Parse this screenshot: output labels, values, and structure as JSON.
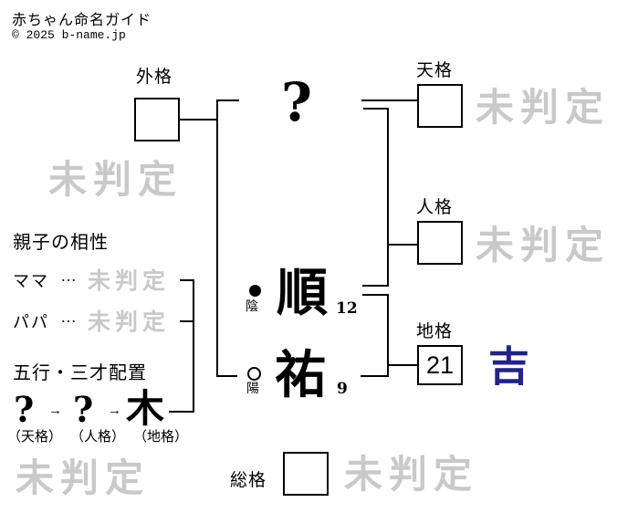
{
  "header": {
    "title": "赤ちゃん命名ガイド",
    "copyright": "© 2025 b-name.jp"
  },
  "colors": {
    "watermark_gray": "#c9c9c9",
    "good_result_navy": "#22228a",
    "line_black": "#000000"
  },
  "kaku": {
    "gaikaku": {
      "label": "外格",
      "value": "",
      "result": "未判定"
    },
    "tenkaku": {
      "label": "天格",
      "value": "",
      "result": "未判定"
    },
    "jinkaku": {
      "label": "人格",
      "value": "",
      "result": "未判定"
    },
    "chikaku": {
      "label": "地格",
      "value": "21",
      "result": "吉"
    },
    "soukaku": {
      "label": "総格",
      "value": "",
      "result": "未判定"
    }
  },
  "name": {
    "surname": [
      {
        "char": "?",
        "strokes": ""
      }
    ],
    "given": [
      {
        "char": "順",
        "strokes": "12",
        "yinyang": "陰",
        "symbol": "yin-filled-circle"
      },
      {
        "char": "祐",
        "strokes": "9",
        "yinyang": "陽",
        "symbol": "yang-open-circle"
      }
    ]
  },
  "compatibility": {
    "heading": "親子の相性",
    "rows": [
      {
        "label": "ママ",
        "dots": "…",
        "result": "未判定"
      },
      {
        "label": "パパ",
        "dots": "…",
        "result": "未判定"
      }
    ]
  },
  "gogyo": {
    "heading": "五行・三才配置",
    "elements": [
      "?",
      "?",
      "木"
    ],
    "arrow": "→",
    "captions": [
      "（天格）",
      "（人格）",
      "（地格）"
    ]
  }
}
